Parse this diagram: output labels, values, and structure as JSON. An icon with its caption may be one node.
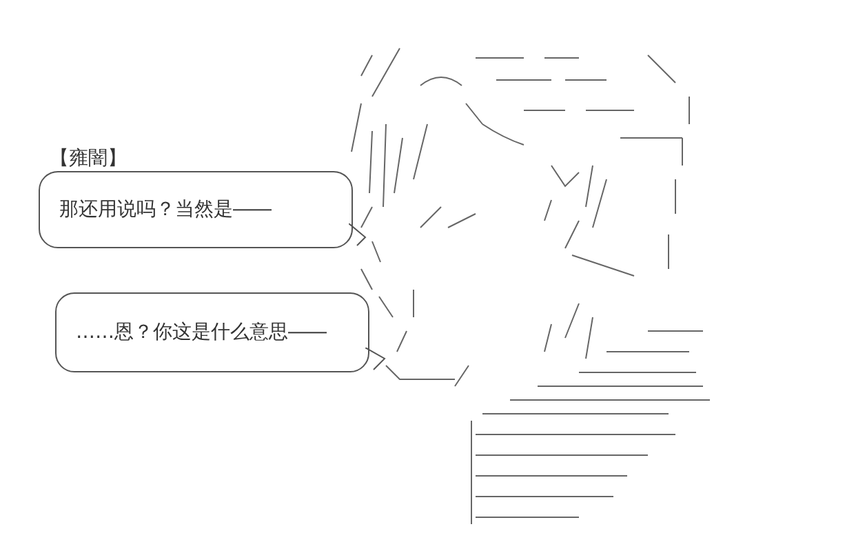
{
  "diagram": {
    "nodes": [
      {
        "text": [
          "【雍闇】",
          "那还用说吗？当然是――"
        ]
      },
      {
        "text": [
          "……恩？你这是什么意思――"
        ]
      }
    ]
  }
}
